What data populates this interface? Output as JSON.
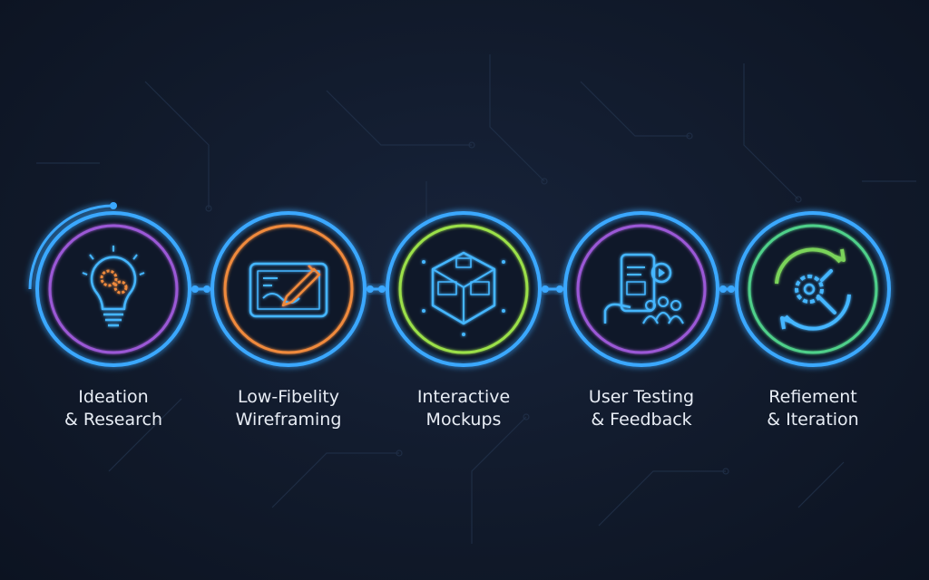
{
  "stages": [
    {
      "line1": "Ideation",
      "line2": "& Research",
      "icon": "lightbulb-gears-icon",
      "accent": "#9b59d6"
    },
    {
      "line1": "Low-Fibelity",
      "line2": "Wireframing",
      "icon": "tablet-pencil-icon",
      "accent": "#f08a3c"
    },
    {
      "line1": "Interactive",
      "line2": "Mockups",
      "icon": "wireframe-cube-icon",
      "accent": "#9be04a"
    },
    {
      "line1": "User Testing",
      "line2": "& Feedback",
      "icon": "phone-users-icon",
      "accent": "#9b59d6"
    },
    {
      "line1": "Refiement",
      "line2": "& Iteration",
      "icon": "gear-wrench-cycle-icon",
      "accent": "#4fd08a"
    }
  ],
  "colors": {
    "outer_ring": "#3aa8ff",
    "connector": "#3aa8ff",
    "icon_blue": "#45b6ff",
    "icon_orange": "#f08a3c",
    "icon_green": "#7ad35a"
  }
}
